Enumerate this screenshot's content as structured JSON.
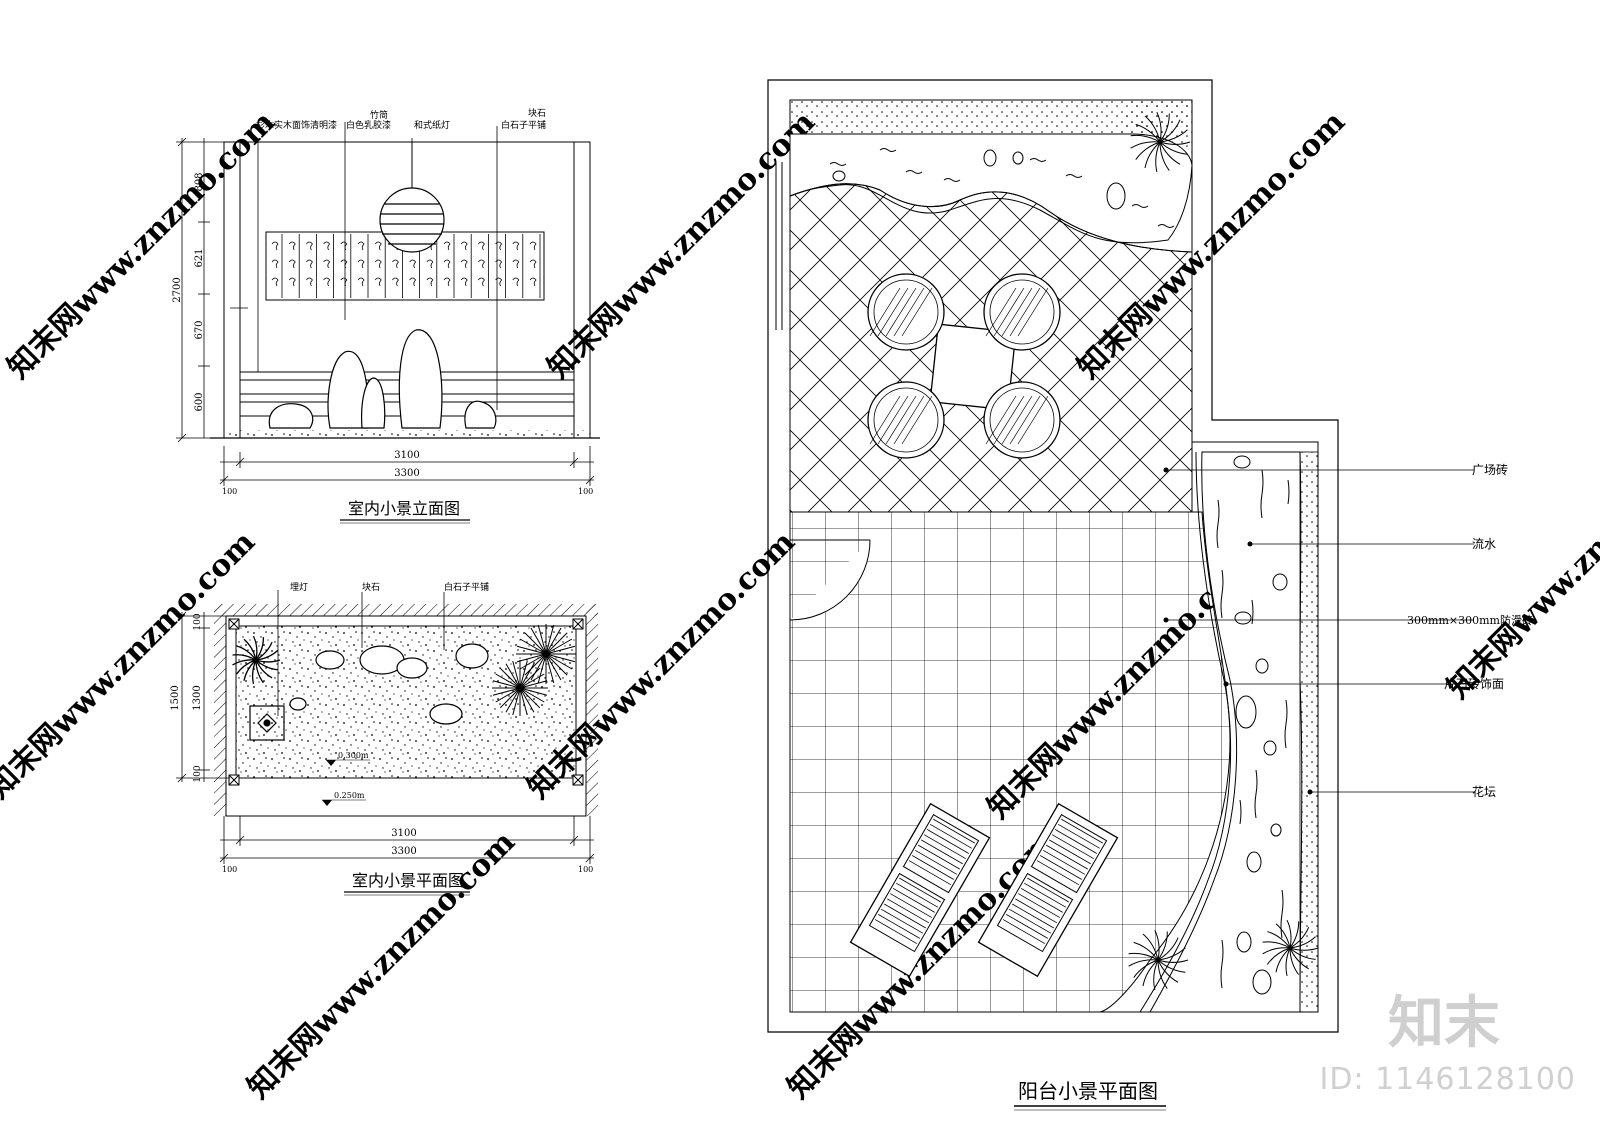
{
  "elevation": {
    "title": "室内小景立面图",
    "callouts": [
      "杉木实木面饰清明漆",
      "竹简",
      "白色乳胶漆",
      "和式纸灯",
      "块石",
      "白石子平铺"
    ],
    "vertical_dims": [
      "808",
      "621",
      "670",
      "600"
    ],
    "overall_height": "2700",
    "inner_width": "3100",
    "outer_width": "3300",
    "edge_left": "100",
    "edge_right": "100"
  },
  "plan": {
    "title": "室内小景平面图",
    "callouts": [
      "埋灯",
      "块石",
      "白石子平铺"
    ],
    "vertical_dims": [
      "100",
      "1300",
      "100"
    ],
    "overall_depth": "1500",
    "level_upper": "0.300m",
    "level_lower": "0.250m",
    "inner_width": "3100",
    "outer_width": "3300",
    "edge_left": "100",
    "edge_right": "100"
  },
  "balcony": {
    "title": "阳台小景平面图",
    "labels": [
      "广场砖",
      "流水",
      "300mm×300mm防滑砖",
      "片石砖饰面",
      "花坛"
    ]
  },
  "watermark": {
    "site": "知末网www.znzmo.com",
    "logo": "知末",
    "id": "ID: 1146128100"
  }
}
